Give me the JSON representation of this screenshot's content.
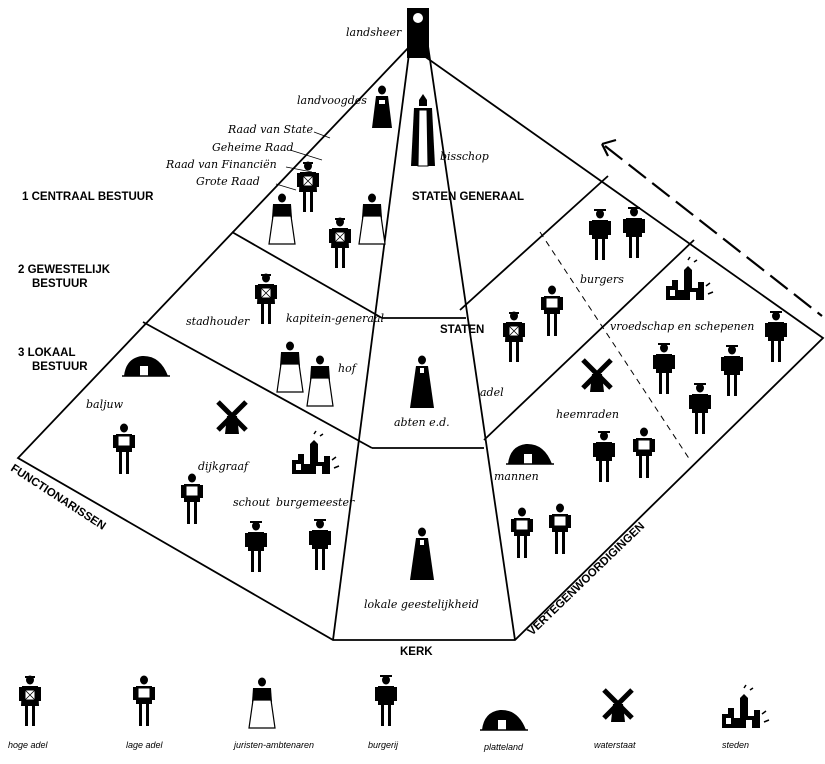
{
  "levels": {
    "central": "1 CENTRAAL BESTUUR",
    "regional_line1": "2 GEWESTELIJK",
    "regional_line2": "BESTUUR",
    "local_line1": "3 LOKAAL",
    "local_line2": "BESTUUR"
  },
  "sides": {
    "left": "FUNCTIONARISSEN",
    "right": "VERTEGENWOORDIGINGEN",
    "bottom": "KERK"
  },
  "center": {
    "states_general": "STATEN GENERAAL",
    "states": "STATEN"
  },
  "labels": {
    "landsheer": "landsheer",
    "landvoogdes": "landvoogdes",
    "bisschop": "bisschop",
    "raad_van_state": "Raad van State",
    "geheime_raad": "Geheime Raad",
    "raad_van_financien": "Raad van Financiën",
    "grote_raad": "Grote Raad",
    "stadhouder": "stadhouder",
    "kapitein_generaal": "kapitein-generaal",
    "hof": "hof",
    "baljuw": "baljuw",
    "dijkgraaf": "dijkgraaf",
    "schout": "schout",
    "burgemeester": "burgemeester",
    "abten": "abten e.d.",
    "lokale_geestelijkheid": "lokale geestelijkheid",
    "burgers": "burgers",
    "vroedschap": "vroedschap en schepenen",
    "adel": "adel",
    "heemraden": "heemraden",
    "mannen": "mannen"
  },
  "legend": [
    {
      "label": "hoge adel",
      "icon": "noble-figure-icon"
    },
    {
      "label": "lage adel",
      "icon": "lower-noble-figure-icon"
    },
    {
      "label": "juristen-ambtenaren",
      "icon": "jurist-figure-icon"
    },
    {
      "label": "burgerij",
      "icon": "citizen-figure-icon"
    },
    {
      "label": "platteland",
      "icon": "countryside-icon"
    },
    {
      "label": "waterstaat",
      "icon": "windmill-icon"
    },
    {
      "label": "steden",
      "icon": "city-icon"
    }
  ]
}
